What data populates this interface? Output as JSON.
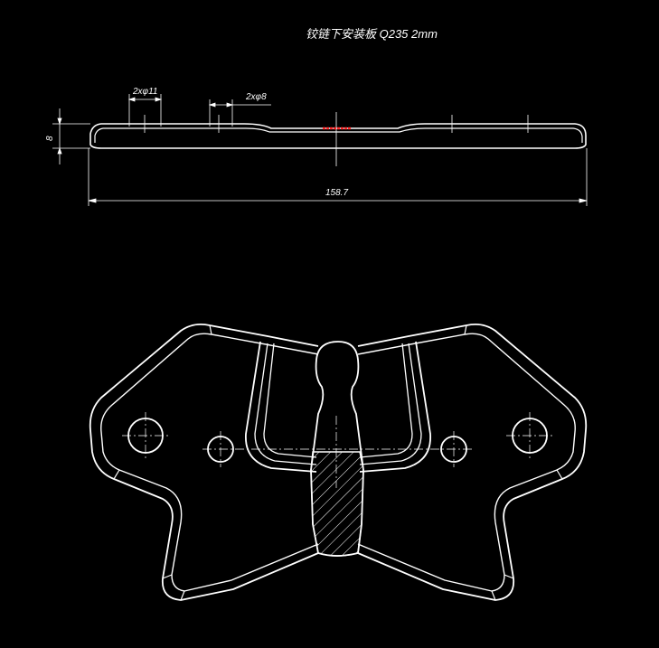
{
  "drawing": {
    "title": "铰链下安装板 Q235 2mm",
    "dimensions": {
      "holes_large": "2xφ11",
      "holes_small": "2xφ8",
      "thickness": "8",
      "length": "158.7"
    }
  },
  "colors": {
    "background": "#000000",
    "line": "#ffffff",
    "dimension": "#ffffff",
    "section_mark": "#ff2a2a"
  }
}
